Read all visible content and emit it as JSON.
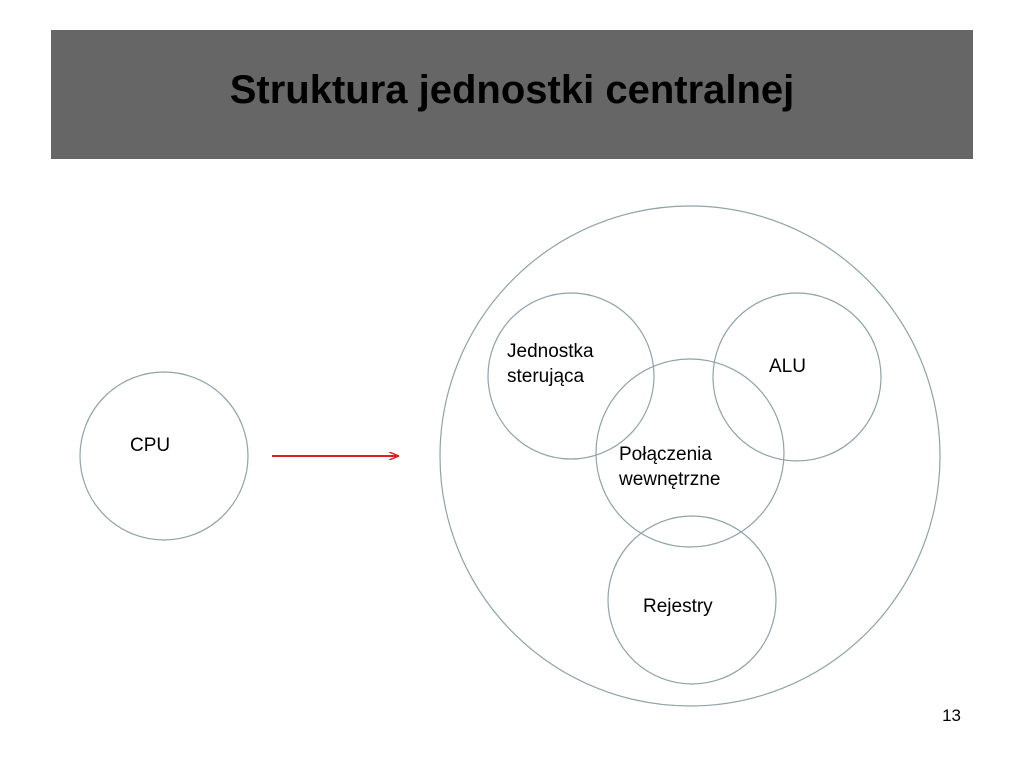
{
  "slide": {
    "title": "Struktura jednostki centralnej",
    "page_number": "13"
  },
  "diagram": {
    "nodes": {
      "cpu": "CPU",
      "control_unit": [
        "Jednostka",
        "sterująca"
      ],
      "alu": "ALU",
      "interconnect": [
        "Połączenia",
        "wewnętrzne"
      ],
      "registers": "Rejestry"
    },
    "colors": {
      "title_bar": "#666666",
      "circle_stroke": "#8fa3a8",
      "arrow": "#e02020"
    }
  }
}
